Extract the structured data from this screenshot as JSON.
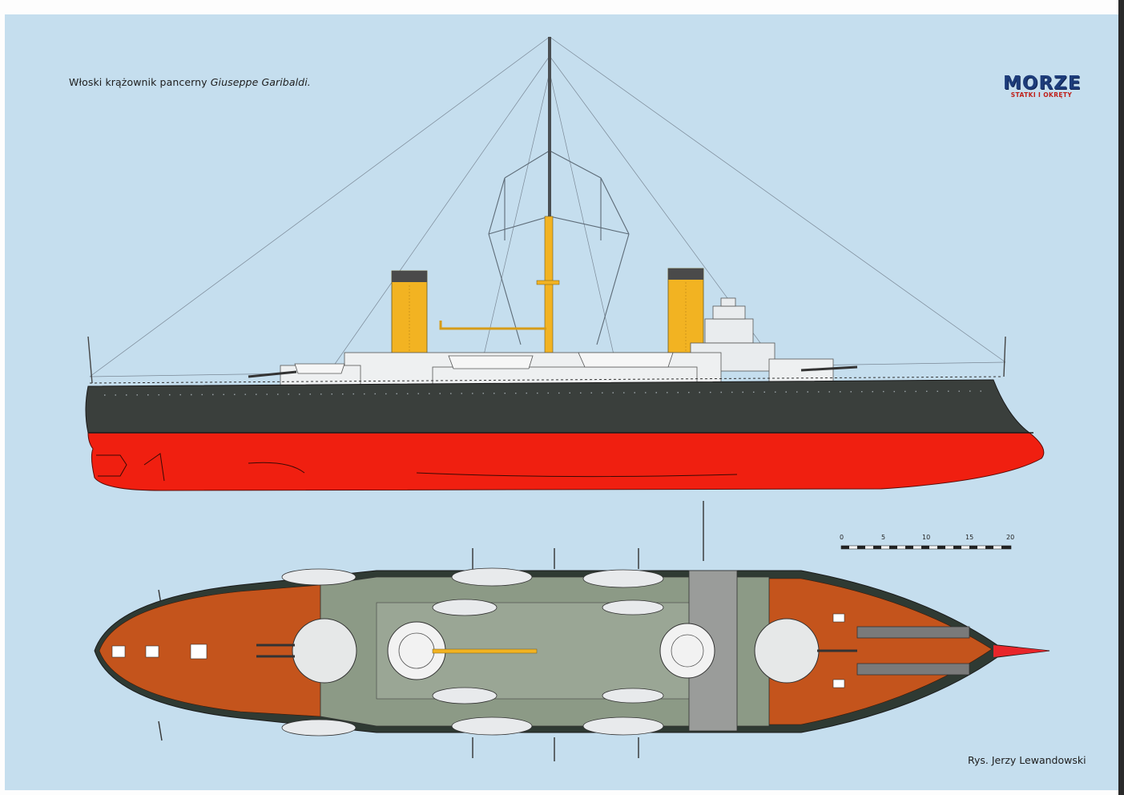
{
  "title": {
    "prefix": "Włoski krążownik pancerny ",
    "ship_name": "Giuseppe Garibaldi."
  },
  "logo": {
    "main": "MORZE",
    "sub": "STATKI I OKRĘTY"
  },
  "credit": "Rys. Jerzy Lewandowski",
  "scale_bar": {
    "labels": [
      "0",
      "5",
      "10",
      "15",
      "20"
    ]
  },
  "colors": {
    "background": "#c5deee",
    "hull_upper": "#3a3f3c",
    "hull_lower": "#f01f10",
    "funnel": "#f2b322",
    "deck_wood": "#c4541c",
    "deck_steel": "#8c9a86"
  }
}
